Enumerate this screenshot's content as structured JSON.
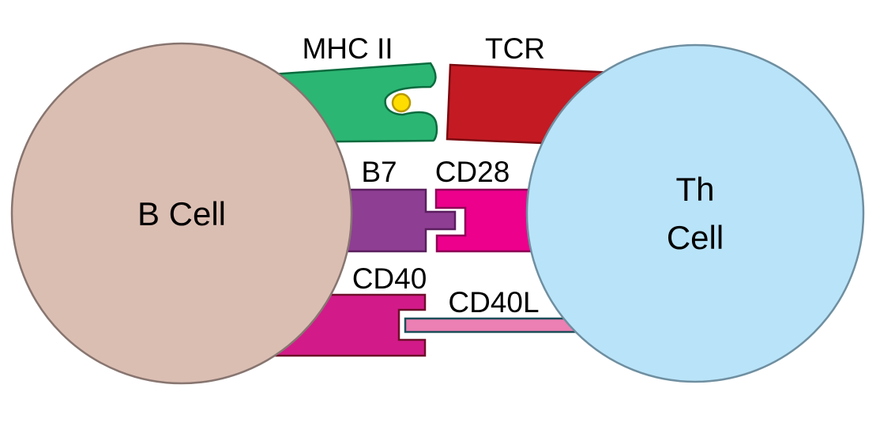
{
  "labels": {
    "b_cell": "B Cell",
    "th_cell_line1": "Th",
    "th_cell_line2": "Cell",
    "mhc2": "MHC II",
    "tcr": "TCR",
    "b7": "B7",
    "cd28": "CD28",
    "cd40": "CD40",
    "cd40l": "CD40L"
  },
  "colors": {
    "b_cell": "#dbbeb2",
    "th_cell": "#b9e3f8",
    "mhc2": "#2bb673",
    "antigen": "#ffdd00",
    "tcr": "#c41a23",
    "b7": "#8e3e93",
    "cd28": "#ec008c",
    "cd40": "#d31a89",
    "cd40l": "#ec7fb3"
  }
}
